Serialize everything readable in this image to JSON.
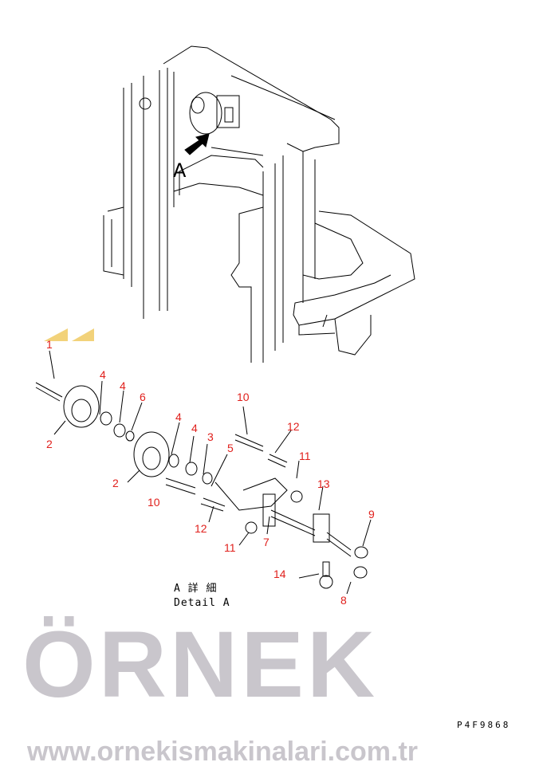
{
  "watermark": {
    "brand": "ÖRNEK",
    "url": "www.ornekismakinalari.com.tr"
  },
  "view_label": "A",
  "caption": {
    "line1": "A 詳 細",
    "line2": "Detail A"
  },
  "drawing_code": "P4F9868",
  "callouts": [
    "1",
    "4",
    "4",
    "6",
    "2",
    "4",
    "4",
    "3",
    "5",
    "2",
    "10",
    "10",
    "12",
    "11",
    "12",
    "13",
    "11",
    "7",
    "9",
    "14",
    "8"
  ],
  "colors": {
    "callout": "#e0201c",
    "watermark": "#c9c6cc",
    "accent": "#f2d27a"
  }
}
